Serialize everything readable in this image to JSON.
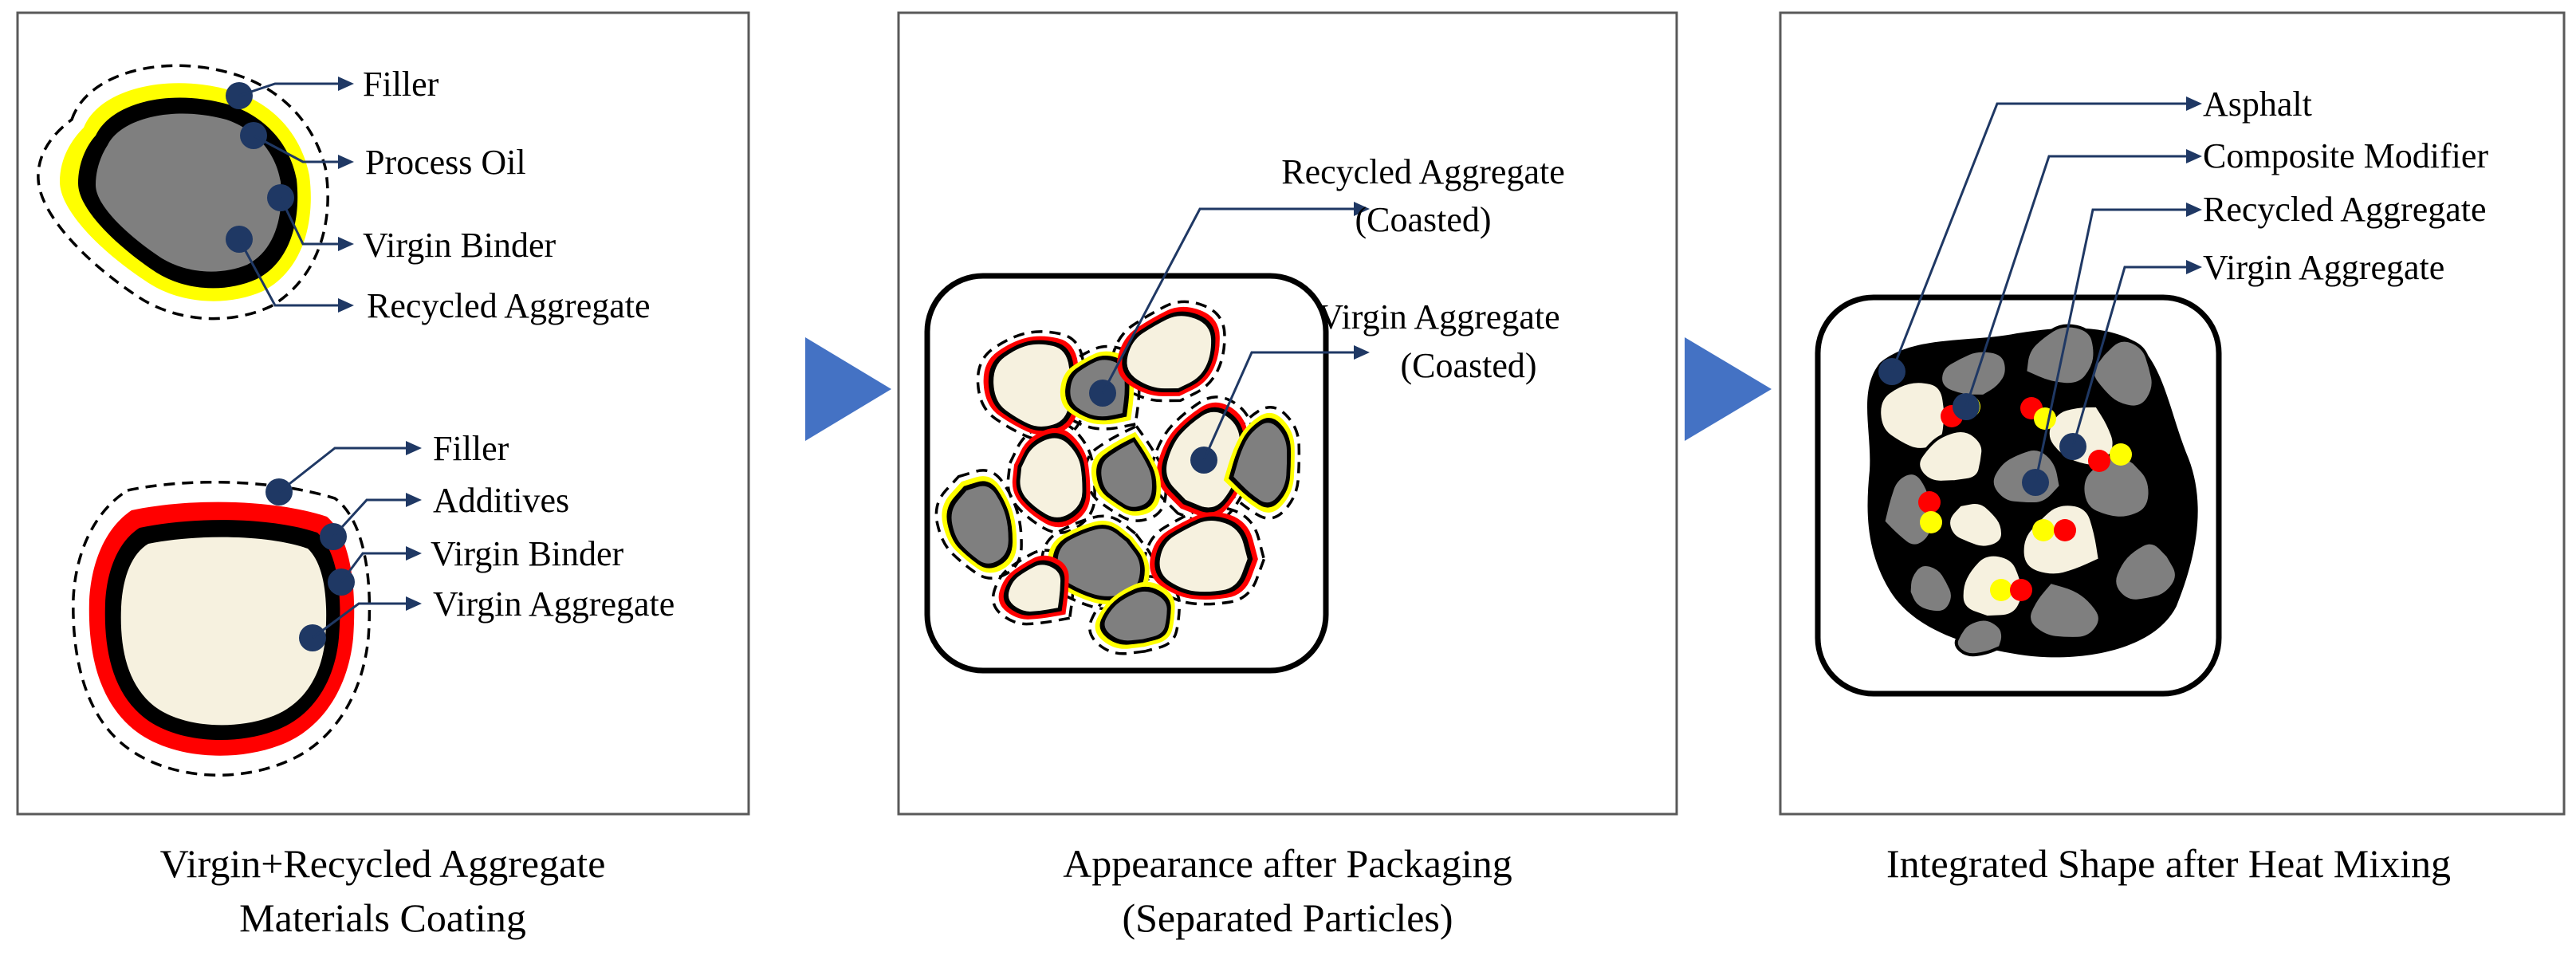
{
  "panels": [
    {
      "caption_line1": "Virgin+Recycled Aggregate",
      "caption_line2": "Materials Coating",
      "labels": [
        "Filler",
        "Process Oil",
        "Virgin Binder",
        "Recycled Aggregate",
        "Filler",
        "Additives",
        "Virgin Binder",
        "Virgin Aggregate"
      ]
    },
    {
      "caption_line1": "Appearance after Packaging",
      "caption_line2": "(Separated Particles)",
      "labels": [
        "Recycled Aggregate",
        "(Coasted)",
        "Virgin Aggregate",
        "(Coasted)"
      ]
    },
    {
      "caption_line1": "Integrated Shape after Heat Mixing",
      "labels": [
        "Asphalt",
        "Composite Modifier",
        "Recycled Aggregate",
        "Virgin Aggregate"
      ]
    }
  ],
  "colors": {
    "yellow_coating": "#ffff00",
    "red_coating": "#ff0000",
    "binder": "#000000",
    "recycled_aggregate": "#7f7f7f",
    "virgin_aggregate": "#f6f1df",
    "marker": "#1f3864",
    "flow_arrow": "#4472c4"
  }
}
